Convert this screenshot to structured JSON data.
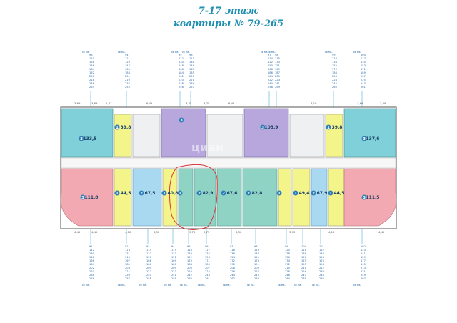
{
  "title_line1": "7-17 этаж",
  "title_line2": "квартиры № 79-265",
  "colors": {
    "studio": "#f3f48a",
    "one_room": "#a8d9f0",
    "two_room": "#8fd3c5",
    "three_room": "#b7a7dc",
    "corner": "#f2a9b2",
    "teal_corner": "#7fd0d8",
    "core": "#eef0f2",
    "highlight": "#d9363a",
    "leader": "#2f9ad0"
  },
  "apartments": [
    {
      "id": "top-left-corner",
      "rooms": "3",
      "area": "133,5",
      "color": "teal_corner"
    },
    {
      "id": "top-studio-left",
      "rooms": "1",
      "area": "39,8",
      "color": "studio"
    },
    {
      "id": "top-three-left",
      "rooms": "3",
      "area": "",
      "color": "three_room"
    },
    {
      "id": "top-three-center",
      "rooms": "3",
      "area": "103,9",
      "color": "three_room"
    },
    {
      "id": "top-studio-right",
      "rooms": "1",
      "area": "39,8",
      "color": "studio"
    },
    {
      "id": "top-right-corner",
      "rooms": "3",
      "area": "137,6",
      "color": "teal_corner"
    },
    {
      "id": "bottom-left-corner",
      "rooms": "3",
      "area": "111,8",
      "color": "corner"
    },
    {
      "id": "bottom-1a",
      "rooms": "1",
      "area": "44,5",
      "color": "studio"
    },
    {
      "id": "bottom-2a",
      "rooms": "2",
      "area": "67,5",
      "color": "one_room"
    },
    {
      "id": "bottom-1b",
      "rooms": "1",
      "area": "40,8",
      "color": "studio"
    },
    {
      "id": "bottom-1c",
      "rooms": "1",
      "area": "",
      "color": "two_room"
    },
    {
      "id": "bottom-2b",
      "rooms": "2",
      "area": "82,9",
      "color": "two_room"
    },
    {
      "id": "bottom-2c",
      "rooms": "2",
      "area": "67,6",
      "color": "two_room"
    },
    {
      "id": "bottom-2d",
      "rooms": "2",
      "area": "82,8",
      "color": "two_room"
    },
    {
      "id": "bottom-1d",
      "rooms": "1",
      "area": "",
      "color": "studio"
    },
    {
      "id": "bottom-1e",
      "rooms": "1",
      "area": "49,4",
      "color": "studio"
    },
    {
      "id": "bottom-2e",
      "rooms": "2",
      "area": "67,9",
      "color": "one_room"
    },
    {
      "id": "bottom-1f",
      "rooms": "1",
      "area": "44,5",
      "color": "studio"
    },
    {
      "id": "bottom-right-corner",
      "rooms": "3",
      "area": "111,5",
      "color": "corner"
    }
  ],
  "column_header": "№ Кв.",
  "top_columns": [
    [
      "93",
      "110",
      "128",
      "146",
      "164",
      "182",
      "200",
      "218",
      "236",
      "254"
    ],
    [
      "94",
      "111",
      "129",
      "147",
      "165",
      "183",
      "201",
      "219",
      "237",
      "255"
    ],
    [
      "95",
      "112",
      "130",
      "148",
      "166",
      "184",
      "202",
      "220",
      "238",
      "256"
    ],
    [
      "96",
      "113",
      "131",
      "149",
      "167",
      "185",
      "203",
      "221",
      "239",
      "257"
    ],
    [
      "97",
      "114",
      "132",
      "150",
      "168",
      "186",
      "204",
      "222",
      "240",
      "258"
    ],
    [
      "98",
      "115",
      "133",
      "151",
      "169",
      "187",
      "205",
      "223",
      "241",
      "259"
    ],
    [
      "99",
      "116",
      "134",
      "152",
      "170",
      "188",
      "206",
      "224",
      "242",
      "260"
    ],
    [
      "100",
      "117",
      "135",
      "153",
      "171",
      "189",
      "207",
      "225",
      "243",
      "261"
    ]
  ],
  "bottom_columns": [
    [
      "91",
      "112",
      "130",
      "148",
      "166",
      "184",
      "202",
      "220",
      "238",
      "256"
    ],
    [
      "92",
      "113",
      "131",
      "149",
      "167",
      "185",
      "203",
      "221",
      "239",
      "257"
    ],
    [
      "93",
      "114",
      "132",
      "150",
      "168",
      "186",
      "204",
      "222",
      "240",
      "258"
    ],
    [
      "94",
      "115",
      "133",
      "151",
      "169",
      "187",
      "205",
      "223",
      "241",
      "259"
    ],
    [
      "95",
      "116",
      "134",
      "152",
      "170",
      "188",
      "206",
      "224",
      "242",
      "260"
    ],
    [
      "96",
      "117",
      "135",
      "153",
      "171",
      "189",
      "207",
      "225",
      "243",
      "261"
    ],
    [
      "97",
      "118",
      "136",
      "154",
      "172",
      "190",
      "208",
      "226",
      "244",
      "262"
    ],
    [
      "98",
      "119",
      "137",
      "155",
      "173",
      "191",
      "209",
      "227",
      "245",
      "263"
    ],
    [
      "99",
      "120",
      "138",
      "156",
      "174",
      "192",
      "210",
      "228",
      "246",
      "264"
    ],
    [
      "100",
      "121",
      "139",
      "157",
      "175",
      "193",
      "211",
      "229",
      "247",
      "265"
    ],
    [
      "101",
      "122",
      "140",
      "158",
      "176",
      "194",
      "212",
      "230",
      "248",
      "266"
    ],
    [
      "102",
      "123",
      "141",
      "159",
      "177",
      "195",
      "213",
      "231",
      "249",
      "267"
    ]
  ],
  "dimensions_top": [
    "3,69",
    "3,69",
    "2,87",
    "6,45",
    "3,75",
    "3,75",
    "6,45",
    "4,10",
    "3,69",
    "3,69"
  ],
  "dimensions_bottom": [
    "4,49",
    "4,49",
    "4,10",
    "6,30",
    "3,75",
    "3,75",
    "6,30",
    "3,75",
    "4,10",
    "4,49"
  ],
  "watermark": "циан"
}
